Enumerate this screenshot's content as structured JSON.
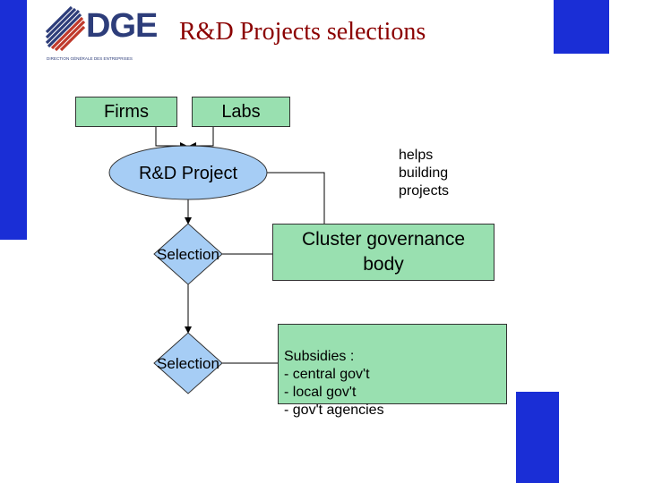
{
  "header": {
    "logo_main": "DGE",
    "logo_subtitle": "DIRECTION GÉNÉRALE DES ENTREPRISES",
    "title": "R&D Projects selections"
  },
  "diagram": {
    "firms": "Firms",
    "labs": "Labs",
    "project": "R&D Project",
    "selection_1": "Selection",
    "selection_2": "Selection",
    "helps_text": "helps\nbuilding\nprojects",
    "cluster": "Cluster governance body",
    "subsidies": "Subsidies :\n- central gov't\n- local gov't\n- gov't agencies"
  },
  "colors": {
    "accent_blue": "#1a2ed6",
    "box_green": "#99e0b0",
    "ellipse_blue": "#a6cdf5",
    "title_red": "#8b0000"
  }
}
